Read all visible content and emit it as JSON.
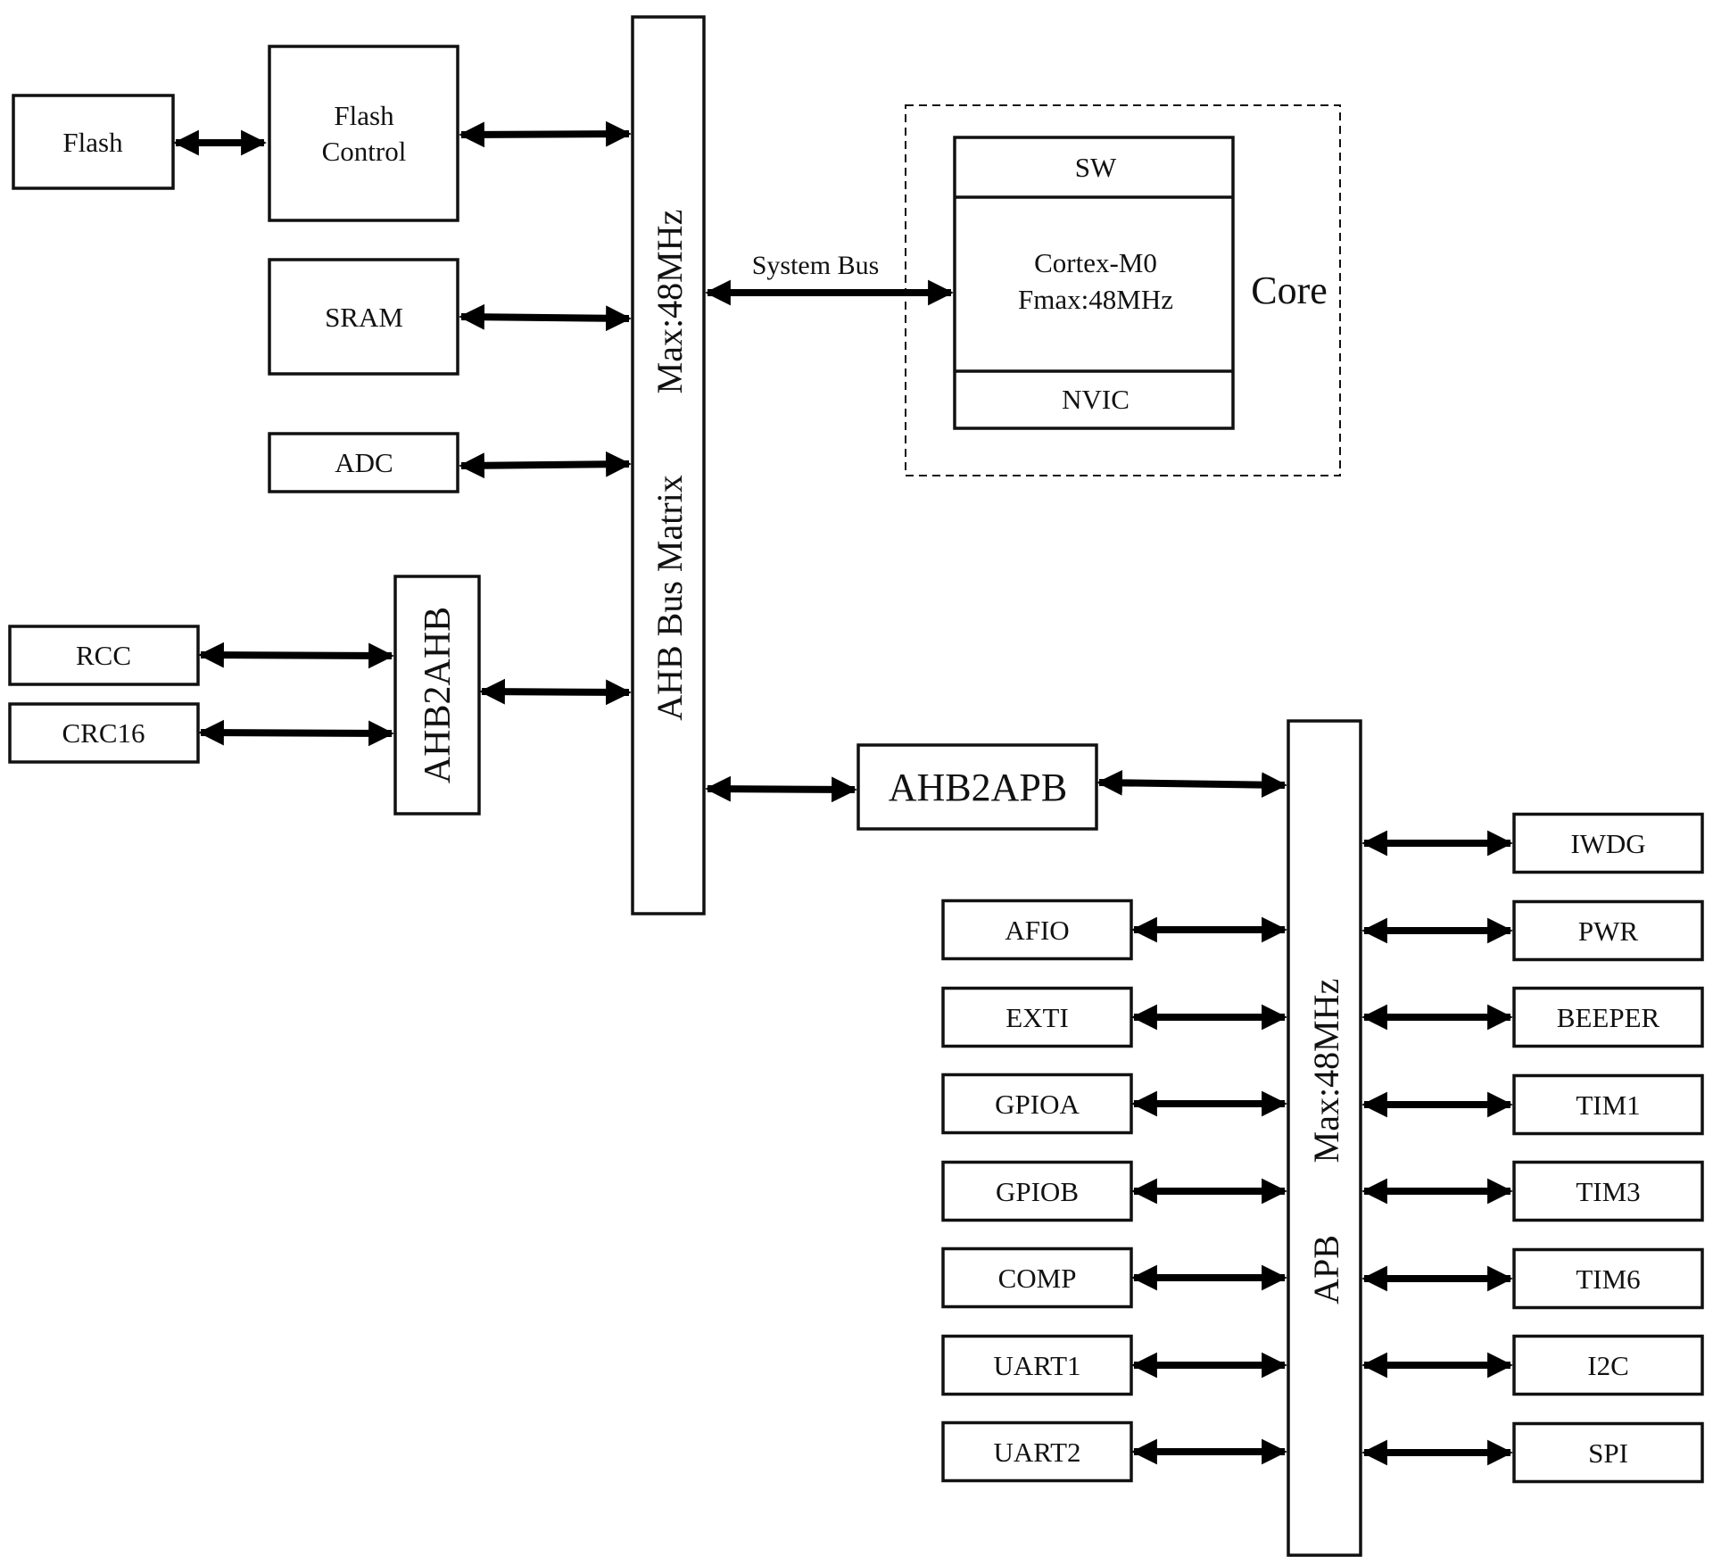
{
  "blocks": {
    "flash": "Flash",
    "flash_control": [
      "Flash",
      "Control"
    ],
    "sram": "SRAM",
    "adc": "ADC",
    "rcc": "RCC",
    "crc16": "CRC16",
    "ahb2ahb": "AHB2AHB",
    "ahb_matrix": "AHB Bus Matrix",
    "ahb_freq": "Max:48MHz",
    "system_bus": "System Bus",
    "sw": "SW",
    "cortex": [
      "Cortex-M0",
      "Fmax:48MHz"
    ],
    "nvic": "NVIC",
    "core": "Core",
    "ahb2apb": "AHB2APB",
    "apb": "APB",
    "apb_freq": "Max:48MHz"
  },
  "apb_left": [
    "AFIO",
    "EXTI",
    "GPIOA",
    "GPIOB",
    "COMP",
    "UART1",
    "UART2"
  ],
  "apb_right": [
    "IWDG",
    "PWR",
    "BEEPER",
    "TIM1",
    "TIM3",
    "TIM6",
    "I2C",
    "SPI"
  ]
}
